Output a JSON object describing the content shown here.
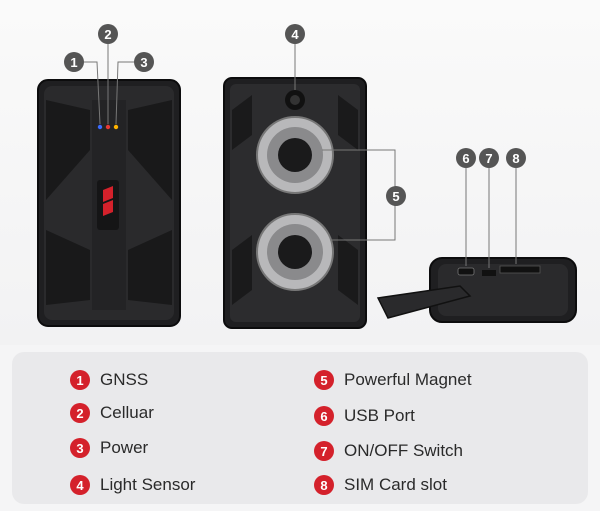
{
  "callouts": [
    "1",
    "2",
    "3",
    "4",
    "5",
    "6",
    "7",
    "8"
  ],
  "legend": {
    "items": [
      {
        "num": "1",
        "label": "GNSS"
      },
      {
        "num": "2",
        "label": "Celluar"
      },
      {
        "num": "3",
        "label": "Power"
      },
      {
        "num": "4",
        "label": "Light Sensor"
      },
      {
        "num": "5",
        "label": "Powerful Magnet"
      },
      {
        "num": "6",
        "label": "USB Port"
      },
      {
        "num": "7",
        "label": "ON/OFF Switch"
      },
      {
        "num": "8",
        "label": "SIM Card slot"
      }
    ]
  },
  "colors": {
    "accent": "#d4212b",
    "callout": "#555555",
    "device": "#1c1c1e"
  },
  "indicator_colors": [
    "#3a6bff",
    "#e53935",
    "#ffb300"
  ]
}
